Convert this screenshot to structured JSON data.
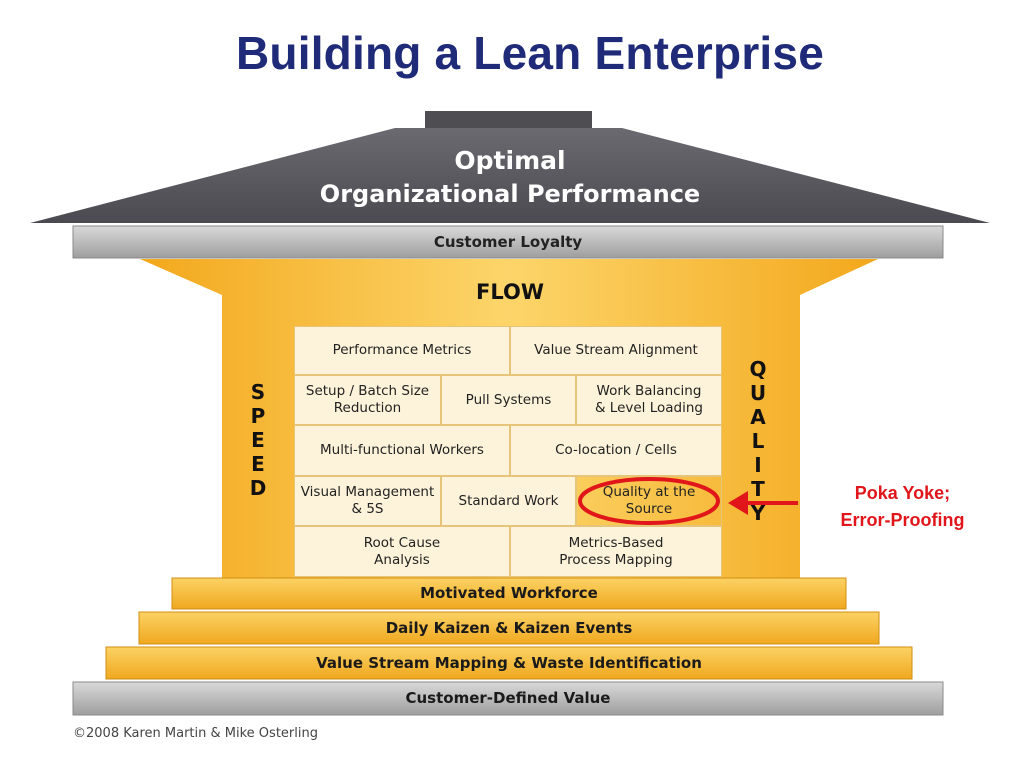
{
  "title": "Building a Lean Enterprise",
  "roof": {
    "line1": "Optimal",
    "line2": "Organizational Performance"
  },
  "beam": "Customer Loyalty",
  "flow": "FLOW",
  "left_pillar": [
    "S",
    "P",
    "E",
    "E",
    "D"
  ],
  "right_pillar": [
    "Q",
    "U",
    "A",
    "L",
    "I",
    "T",
    "Y"
  ],
  "grid": {
    "row1": [
      "Performance Metrics",
      "Value Stream Alignment"
    ],
    "row2": [
      "Setup / Batch Size\nReduction",
      "Pull Systems",
      "Work Balancing\n& Level Loading"
    ],
    "row3": [
      "Multi-functional Workers",
      "Co-location / Cells"
    ],
    "row4": [
      "Visual Management\n& 5S",
      "Standard Work",
      "Quality at the\nSource"
    ],
    "row5": [
      "Root Cause\nAnalysis",
      "Metrics-Based\nProcess Mapping"
    ]
  },
  "steps": [
    "Motivated Workforce",
    "Daily Kaizen & Kaizen Events",
    "Value Stream Mapping & Waste Identification"
  ],
  "foundation": "Customer-Defined Value",
  "callout": "Poka Yoke;\nError-Proofing",
  "copyright": "©2008 Karen Martin & Mike Osterling",
  "colors": {
    "title": "#1f2a78",
    "gold": "#f5b72e",
    "roof": "#5a5a5f",
    "callout": "#e0161b"
  }
}
